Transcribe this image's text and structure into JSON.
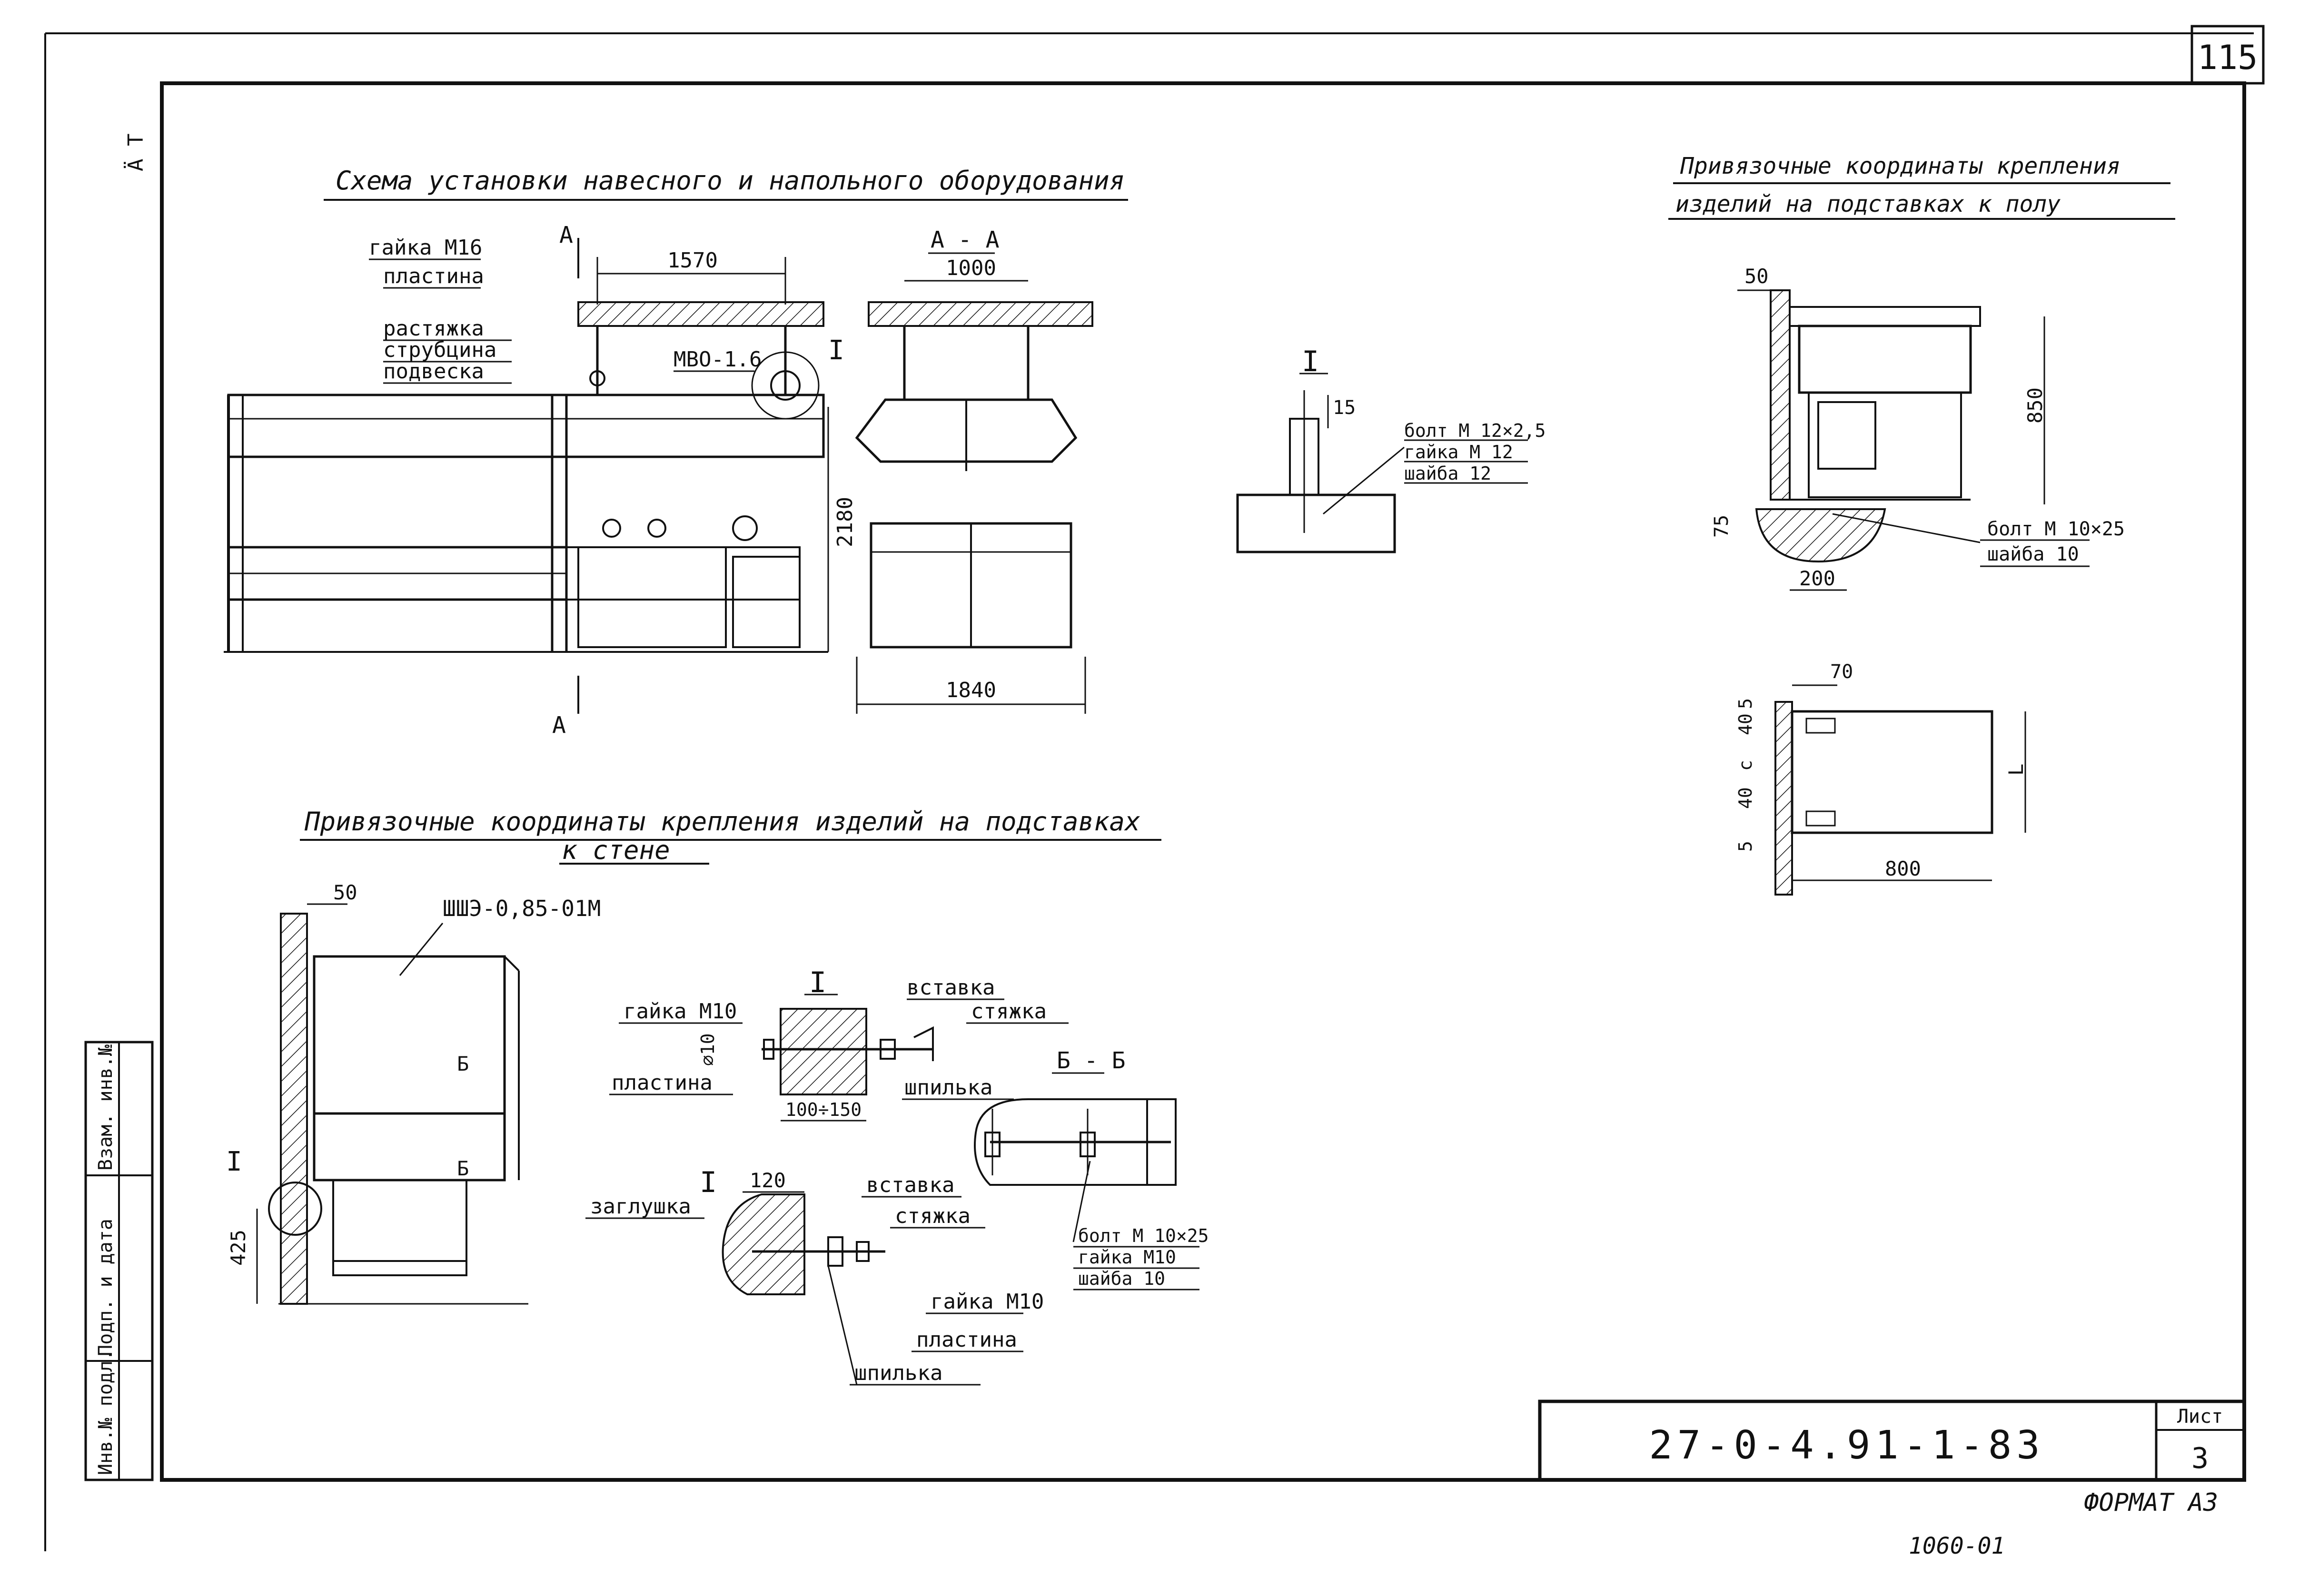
{
  "sheet_number": "115",
  "left_mark": "Ä Т",
  "format": "ФОРМАТ А3",
  "handwritten_note": "1060-01",
  "title_block": {
    "code": "27-0-4.91-1-83",
    "sheet_label": "Лист",
    "sheet_no": "3"
  },
  "side_stamp": [
    "Инв.№ подл.",
    "Подп. и дата",
    "Взам. инв.№"
  ],
  "schema": {
    "title": "Схема установки навесного и напольного оборудования",
    "labels": {
      "nut": "гайка М16",
      "plate": "пластина",
      "stretch": "растяжка",
      "clamp": "струбцина",
      "hanger": "подвеска",
      "mvo": "МВО-1.6",
      "section_a": "А",
      "section_aa": "А - А",
      "callout_1": "I"
    },
    "dims": {
      "d1570": "1570",
      "d1000": "1000",
      "d2180": "2180",
      "d1840": "1840"
    }
  },
  "detail_i_top": {
    "mark": "I",
    "dim": "15",
    "bolt": "болт М 12×2,5",
    "nut": "гайка М 12",
    "washer": "шайба 12"
  },
  "floor_block": {
    "title_line1": "Привязочные координаты крепления",
    "title_line2": "изделий на подставках к полу",
    "dims": {
      "d50": "50",
      "d850": "850",
      "d75": "75",
      "d200": "200",
      "d70": "70",
      "d800": "800",
      "v5a": "5",
      "v40a": "40",
      "vc": "с",
      "v40b": "40",
      "v5b": "5",
      "vL": "L"
    },
    "bolt": "болт М 10×25",
    "washer": "шайба 10"
  },
  "wall_block": {
    "title_line1": "Привязочные координаты крепления изделий на подставках",
    "title_line2": "к стене",
    "dims": {
      "d50": "50",
      "d425": "425"
    },
    "unit": "ШШЭ-0,85-01М",
    "mark_b": "Б",
    "mark_i": "I"
  },
  "detail_i_mid": {
    "mark": "I",
    "insert": "вставка",
    "tie": "стяжка",
    "nut": "гайка М10",
    "phi": "⌀10",
    "plate": "пластина",
    "stud": "шпилька",
    "dim": "100÷150"
  },
  "section_bb": {
    "title": "Б - Б",
    "bolt": "болт М 10×25",
    "nut": "гайка М10",
    "washer": "шайба 10"
  },
  "detail_i_bot": {
    "mark": "I",
    "dim": "120",
    "insert": "вставка",
    "cap": "заглушка",
    "tie": "стяжка",
    "nut": "гайка М10",
    "plate": "пластина",
    "stud": "шпилька"
  }
}
